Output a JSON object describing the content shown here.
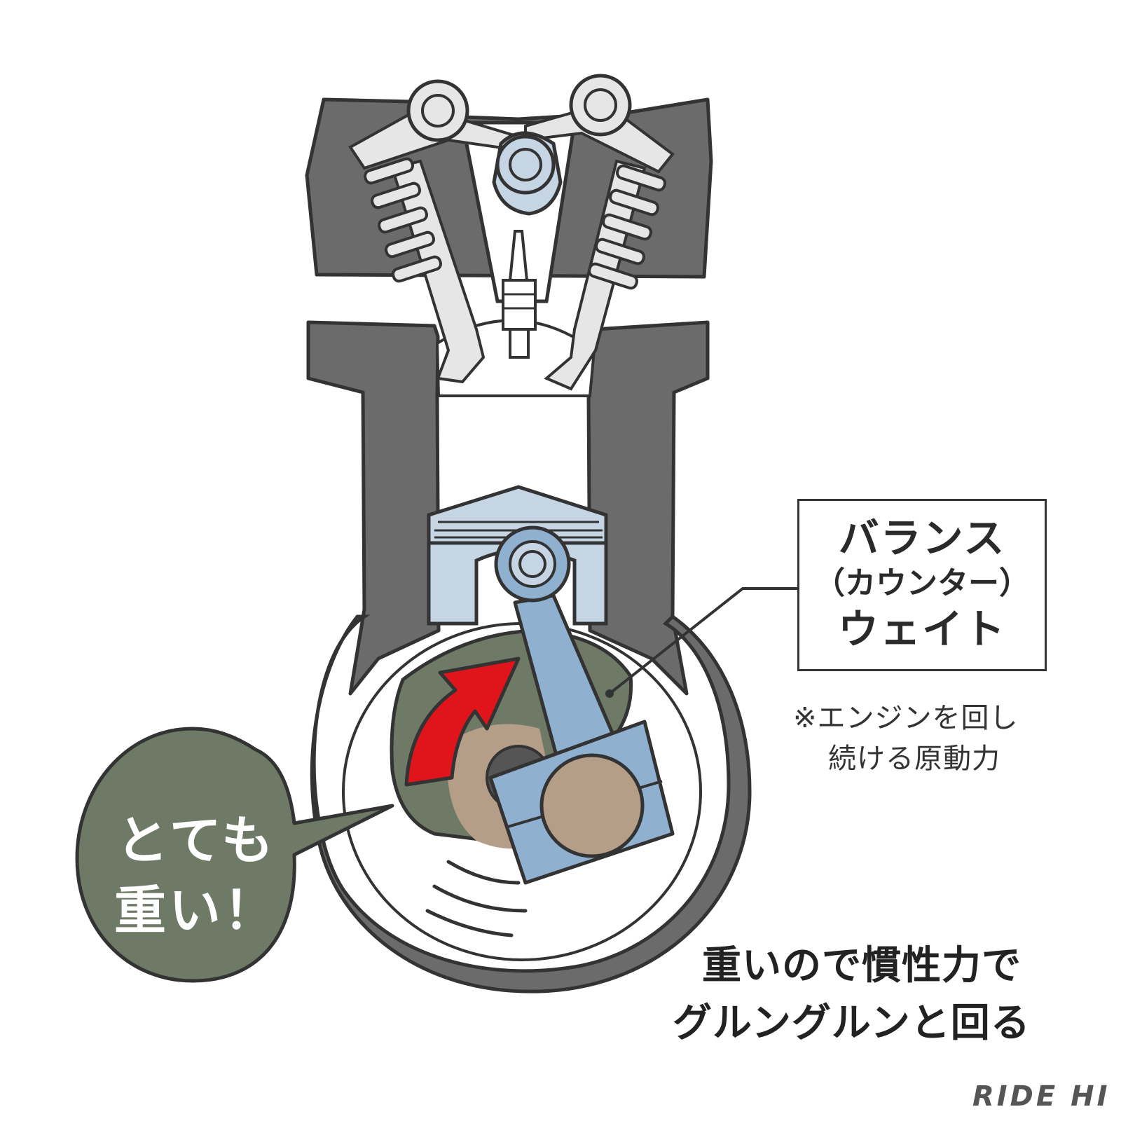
{
  "label_box": {
    "line1": "バランス",
    "line2": "（カウンター）",
    "line3": "ウェイト"
  },
  "note": {
    "line1": "※エンジンを回し",
    "line2": "続ける原動力"
  },
  "bubble": {
    "line1": "とても",
    "line2": "重い！"
  },
  "caption": {
    "line1": "重いので慣性力で",
    "line2": "グルングルンと回る"
  },
  "brand": "RIDE HI",
  "colors": {
    "engine_block": "#6b6b6b",
    "outline": "#333333",
    "piston": "#c5d5e4",
    "con_rod": "#8fb0cf",
    "counterweight": "#6f7a66",
    "crank_pin": "#b59e88",
    "arrow": "#e0141b",
    "valve": "#e6e6e6"
  },
  "icons": [
    "rotation-arrow-icon"
  ]
}
